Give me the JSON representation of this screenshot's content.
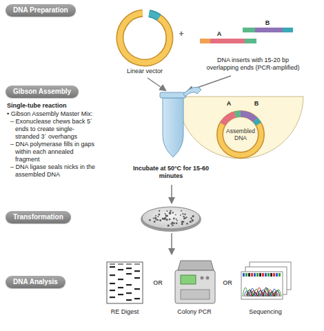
{
  "diagram": {
    "nodes": [
      {
        "text": [
          "DNA Preparation"
        ]
      },
      {
        "text": [
          "Gibson Assembly"
        ]
      },
      {
        "text": [
          "Transformation"
        ]
      },
      {
        "text": [
          "DNA Analysis"
        ]
      }
    ],
    "labels": [
      "Linear vector",
      "+",
      "A",
      "B",
      "DNA inserts with 15-20 bp overlapping ends (PCR-amplified)",
      "Single-tube reaction",
      "• Gibson Assembly Master Mix:",
      "– Exonuclease chews back 5´ ends to create single-stranded 3´ overhangs",
      "– DNA polymerase fills in gaps within each annealed fragment",
      "– DNA ligase seals nicks in the assembled DNA",
      "A",
      "B",
      "Assembled DNA",
      "Incubate at 50°C for 15-60 minutes",
      "RE Digest",
      "OR",
      "Colony PCR",
      "OR",
      "Sequencing"
    ]
  }
}
